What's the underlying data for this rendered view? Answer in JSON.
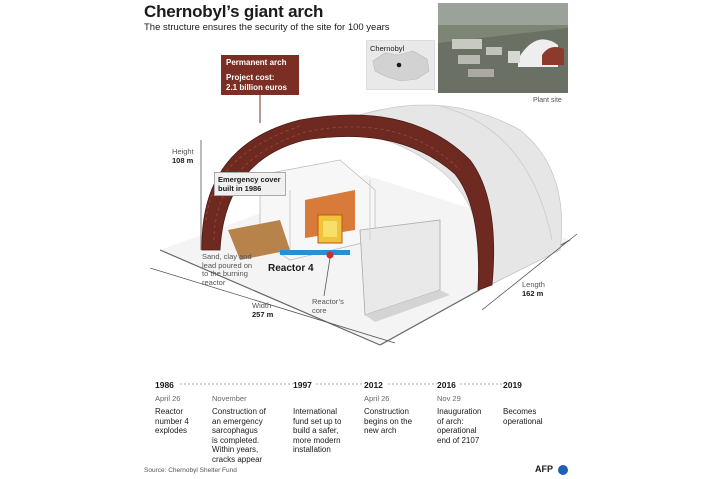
{
  "header": {
    "title": "Chernobyl’s giant arch",
    "subtitle": "The structure ensures the security of the site for 100 years"
  },
  "callouts": {
    "permanent_arch": "Permanent arch",
    "project_cost_label": "Project cost:",
    "project_cost_value": "2.1 billion euros",
    "emergency_cover_line1": "Emergency cover",
    "emergency_cover_line2": "built in 1986"
  },
  "dimensions": {
    "height_label": "Height",
    "height_value": "108 m",
    "width_label": "Width",
    "width_value": "257 m",
    "length_label": "Length",
    "length_value": "162 m"
  },
  "notes": {
    "sand_line1": "Sand, clay and",
    "sand_line2": "lead poured on",
    "sand_line3": "to the burning",
    "sand_line4": "reactor",
    "reactor": "Reactor 4",
    "core_line1": "Reactor’s",
    "core_line2": "core"
  },
  "inset": {
    "map_label": "Chernobyl",
    "photo_caption": "Plant site"
  },
  "timeline": [
    {
      "year": "1986",
      "date": "April 26",
      "text": [
        "Reactor",
        "number 4",
        "explodes"
      ]
    },
    {
      "year": "",
      "date": "November",
      "text": [
        "Construction of",
        "an emergency",
        "sarcophagus",
        "is completed.",
        "Within years,",
        "cracks appear"
      ]
    },
    {
      "year": "1997",
      "date": "",
      "text": [
        "International",
        "fund set up to",
        "build a safer,",
        "more modern",
        "installation"
      ]
    },
    {
      "year": "2012",
      "date": "April 26",
      "text": [
        "Construction",
        "begins on the",
        "new arch"
      ]
    },
    {
      "year": "2016",
      "date": "Nov 29",
      "text": [
        "Inauguration",
        "of arch:",
        "operational",
        "end of 2107"
      ]
    },
    {
      "year": "2019",
      "date": "",
      "text": [
        "Becomes",
        "operational"
      ]
    }
  ],
  "footer": {
    "source": "Source: Chernobyl Shelter Fund",
    "logo": "AFP"
  },
  "colors": {
    "arch_brown": "#6e2a21",
    "callout_brown": "#7a2e24",
    "cover_white": "#e8e8e8",
    "accent_blue": "#1e5fb8"
  }
}
